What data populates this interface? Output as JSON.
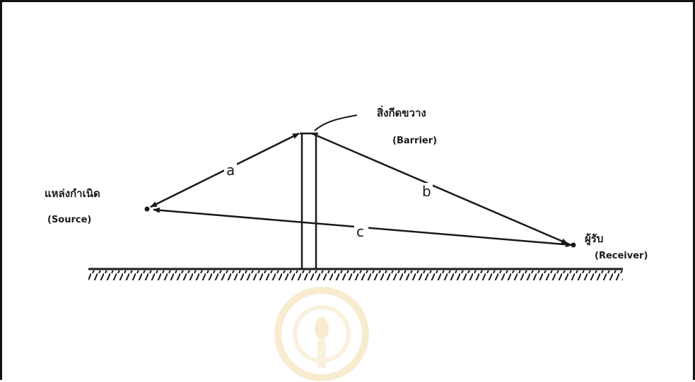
{
  "labels": {
    "barrier_th": "สิ่งกีดขวาง",
    "barrier_en": "(Barrier)",
    "source_th": "แหล่งกำเนิด",
    "source_en": "(Source)",
    "receiver_th": "ผู้รับ",
    "receiver_en": "(Receiver)",
    "path_a": "a",
    "path_b": "b",
    "path_c": "c"
  },
  "colors": {
    "ink": "#1a1a1a",
    "watermark": "#f3dcaa"
  }
}
